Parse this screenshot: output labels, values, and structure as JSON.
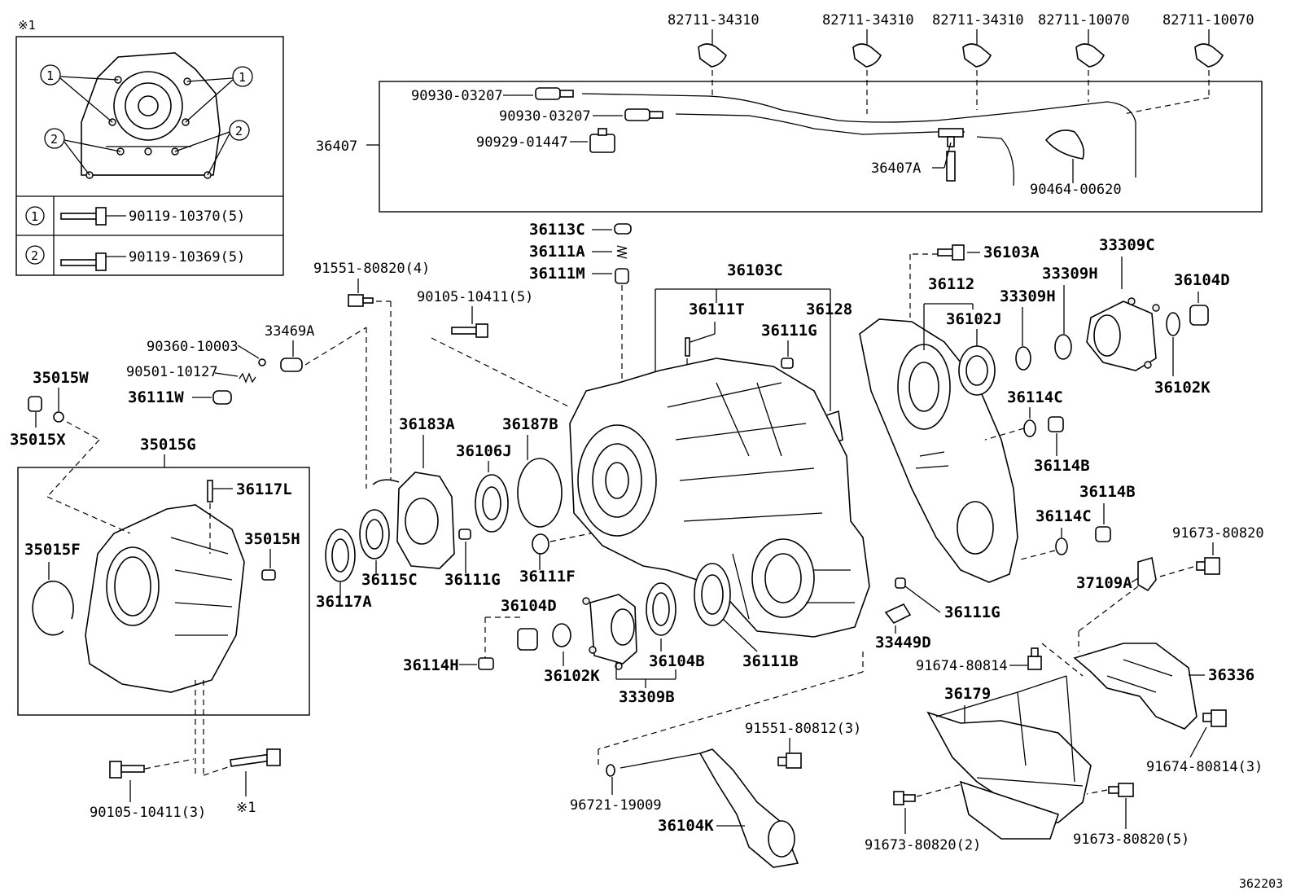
{
  "inset": {
    "title": "※1",
    "callout_1": "1",
    "callout_2": "2",
    "row1": {
      "num": "1",
      "part": "90119-10370(5)"
    },
    "row2": {
      "num": "2",
      "part": "90119-10369(5)"
    }
  },
  "tube_assembly": {
    "main": "36407",
    "parts": {
      "clamp1": "82711-34310",
      "clamp2": "82711-34310",
      "clamp3": "82711-34310",
      "clamp4": "82711-10070",
      "clamp5": "82711-10070",
      "union1": "90930-03207",
      "union2": "90930-03207",
      "clip": "90929-01447",
      "tee": "36407A",
      "clamp_band": "90464-00620"
    }
  },
  "labels": {
    "p36113C": "36113C",
    "p36111A": "36111A",
    "p36111M": "36111M",
    "p36103C": "36103C",
    "p36111T": "36111T",
    "p36128": "36128",
    "p36111G_a": "36111G",
    "p91551_4": "91551-80820(4)",
    "p90105_5": "90105-10411(5)",
    "p90360": "90360-10003",
    "p33469A": "33469A",
    "p90501": "90501-10127",
    "p36111W": "36111W",
    "p35015W": "35015W",
    "p35015X": "35015X",
    "p35015G": "35015G",
    "p36117L": "36117L",
    "p35015F": "35015F",
    "p35015H": "35015H",
    "p36183A": "36183A",
    "p36187B": "36187B",
    "p36106J": "36106J",
    "p36117A": "36117A",
    "p36115C": "36115C",
    "p36111G_b": "36111G",
    "p36111F": "36111F",
    "p36104D_a": "36104D",
    "p36114H": "36114H",
    "p36102K_a": "36102K",
    "p36104B": "36104B",
    "p33309B": "33309B",
    "p36111B": "36111B",
    "p36111G_c": "36111G",
    "p33449D": "33449D",
    "p90105_3": "90105-10411(3)",
    "p_ref1": "※1",
    "p36103A": "36103A",
    "p36112": "36112",
    "p36102J": "36102J",
    "p33309H_a": "33309H",
    "p33309H_b": "33309H",
    "p33309C": "33309C",
    "p36104D_b": "36104D",
    "p36102K_b": "36102K",
    "p36114C_a": "36114C",
    "p36114B_a": "36114B",
    "p36114B_b": "36114B",
    "p36114C_b": "36114C",
    "p91673_a": "91673-80820",
    "p37109A": "37109A",
    "p91674_a": "91674-80814",
    "p36336": "36336",
    "p36179": "36179",
    "p91551_3": "91551-80812(3)",
    "p96721": "96721-19009",
    "p36104K": "36104K",
    "p91674_3": "91674-80814(3)",
    "p91673_2": "91673-80820(2)",
    "p91673_5": "91673-80820(5)",
    "diagram_id": "362203"
  }
}
